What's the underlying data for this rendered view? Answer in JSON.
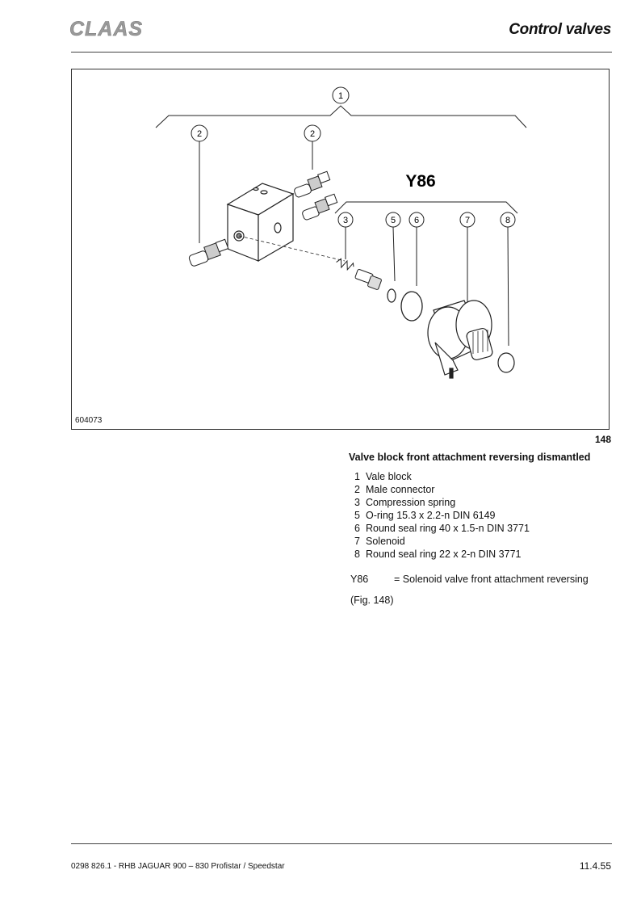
{
  "header": {
    "logo_text": "CLAAS",
    "section_title": "Control valves"
  },
  "figure": {
    "code": "604073",
    "number": "148",
    "group_label": "Y86",
    "callouts": [
      "1",
      "2",
      "2",
      "3",
      "5",
      "6",
      "7",
      "8"
    ]
  },
  "caption": {
    "title": "Valve block front attachment reversing dismantled",
    "parts": [
      {
        "num": "1",
        "label": "Vale block"
      },
      {
        "num": "2",
        "label": "Male connector"
      },
      {
        "num": "3",
        "label": "Compression spring"
      },
      {
        "num": "5",
        "label": "O-ring 15.3 x 2.2-n DIN 6149"
      },
      {
        "num": "6",
        "label": "Round seal ring 40 x 1.5-n DIN 3771"
      },
      {
        "num": "7",
        "label": "Solenoid"
      },
      {
        "num": "8",
        "label": "Round seal ring 22 x 2-n DIN 3771"
      }
    ],
    "legend": {
      "code": "Y86",
      "text": "= Solenoid valve front attachment reversing"
    },
    "fig_ref": "(Fig. 148)"
  },
  "footer": {
    "document": "0298 826.1 - RHB JAGUAR 900 – 830 Profistar / Speedstar",
    "page": "11.4.55"
  }
}
